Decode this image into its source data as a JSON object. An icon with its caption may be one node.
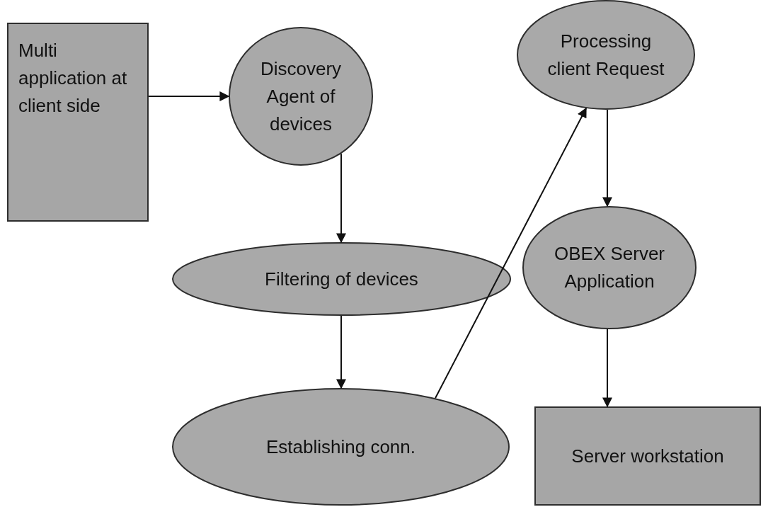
{
  "diagram": {
    "nodes": [
      {
        "text": [
          "Multi application at client side"
        ]
      },
      {
        "text": [
          "Discovery Agent of devices"
        ]
      },
      {
        "text": [
          "Filtering of devices"
        ]
      },
      {
        "text": [
          "Establishing conn."
        ]
      },
      {
        "text": [
          "Processing client Request"
        ]
      },
      {
        "text": [
          "OBEX Server Application"
        ]
      },
      {
        "text": [
          "Server workstation"
        ]
      }
    ],
    "edges": [
      {
        "from": 0,
        "to": 1,
        "arrow": "to"
      },
      {
        "from": 1,
        "to": 2,
        "arrow": "to"
      },
      {
        "from": 2,
        "to": 3,
        "arrow": "to"
      },
      {
        "from": 3,
        "to": 4,
        "arrow": "to"
      },
      {
        "from": 4,
        "to": 5,
        "arrow": "to"
      },
      {
        "from": 5,
        "to": 6,
        "arrow": "to"
      }
    ]
  }
}
